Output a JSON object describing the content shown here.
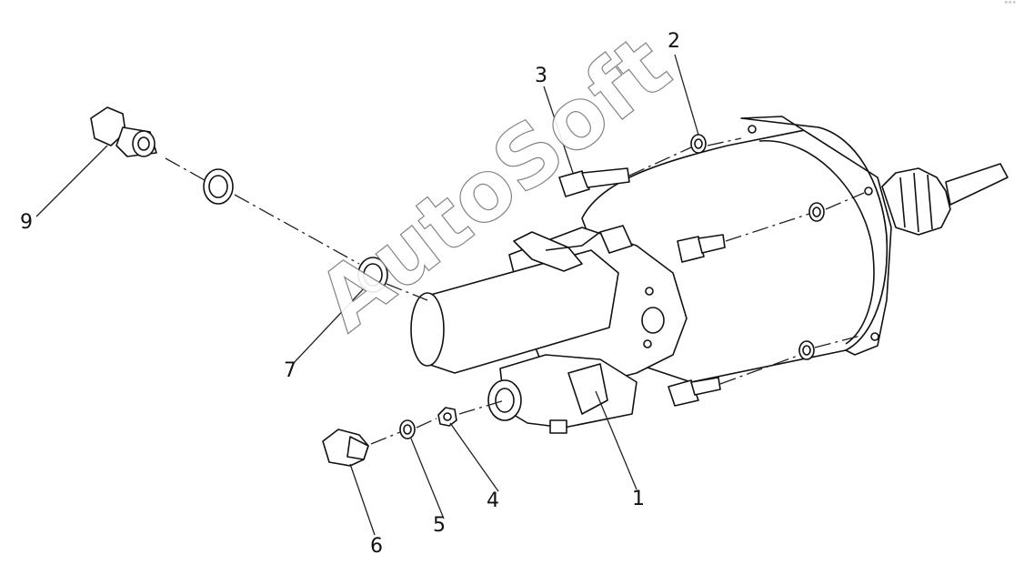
{
  "callouts": [
    {
      "id": "1",
      "label": "1"
    },
    {
      "id": "2",
      "label": "2"
    },
    {
      "id": "3",
      "label": "3"
    },
    {
      "id": "4",
      "label": "4"
    },
    {
      "id": "5",
      "label": "5"
    },
    {
      "id": "6",
      "label": "6"
    },
    {
      "id": "7",
      "label": "7"
    },
    {
      "id": "9",
      "label": "9"
    }
  ],
  "watermark": "AutoSoft",
  "corner_mark": "˚˚˚",
  "colors": {
    "line": "#111111",
    "fill": "#ffffff",
    "watermark_outline": "#777777"
  }
}
